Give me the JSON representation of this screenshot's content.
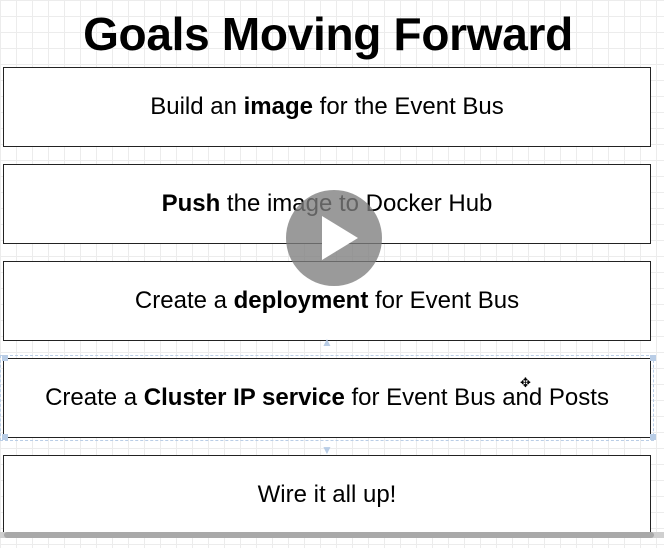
{
  "slide": {
    "title": "Goals Moving Forward",
    "goals": [
      {
        "before": "Build an ",
        "bold": "image",
        "after": " for the Event Bus"
      },
      {
        "before": "",
        "bold": "Push",
        "after": " the image to Docker Hub"
      },
      {
        "before": "Create a ",
        "bold": "deployment",
        "after": " for Event Bus"
      },
      {
        "before": "Create a ",
        "bold": "Cluster IP service",
        "after": " for Event Bus and Posts"
      },
      {
        "before": "",
        "bold": "",
        "after": "Wire it all up!"
      }
    ]
  },
  "overlay": {
    "play_icon": "play-icon",
    "cursor_icon": "move-cursor-icon",
    "selection_handle_color": "#b9cde6"
  }
}
